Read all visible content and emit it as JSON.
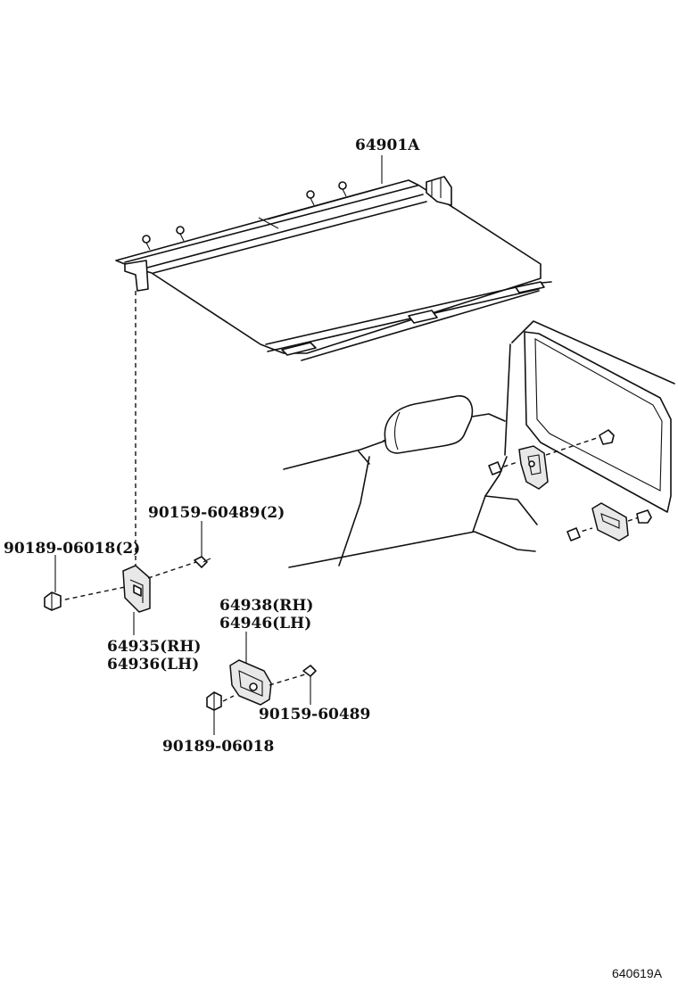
{
  "diagram": {
    "callouts": {
      "cover": "64901A",
      "bolt_pair_upper": "90159-60489(2)",
      "nut_pair_upper": "90189-06018(2)",
      "hook_rh": "64935(RH)",
      "hook_lh": "64936(LH)",
      "holder_rh": "64938(RH)",
      "holder_lh": "64946(LH)",
      "bolt_lower": "90159-60489",
      "nut_lower": "90189-06018"
    },
    "figure_id": "640619A"
  }
}
